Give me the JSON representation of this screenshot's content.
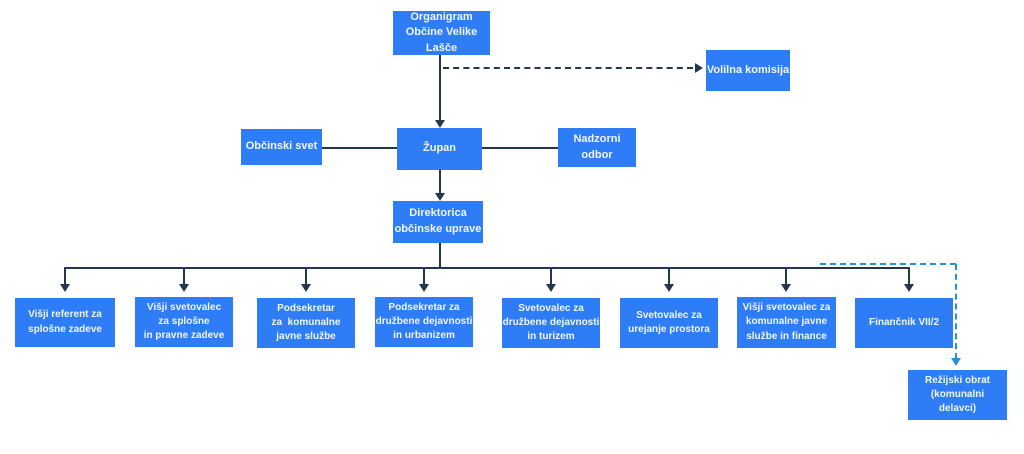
{
  "colors": {
    "node_fill": "#2e7df6",
    "node_text": "#f2f6ff",
    "connector": "#24384d",
    "dashed_accent": "#2490d9"
  },
  "nodes": {
    "organigram": {
      "label": "Organigram\nObčine Velike\nLašče"
    },
    "volilna_komisija": {
      "label": "Volilna komisija"
    },
    "obcinski_svet": {
      "label": "Občinski svet"
    },
    "zupan": {
      "label": "Župan"
    },
    "nadzorni_odbor": {
      "label": "Nadzorni\nodbor"
    },
    "direktorica": {
      "label": "Direktorica\nobčinske uprave"
    },
    "dept1": {
      "label": "Višji referent za\nsplošne zadeve"
    },
    "dept2": {
      "label": "Višji svetovalec\nza splošne\nin pravne zadeve"
    },
    "dept3": {
      "label": "Podsekretar\nza  komunalne\njavne službe"
    },
    "dept4": {
      "label": "Podsekretar za\ndružbene dejavnosti\nin urbanizem"
    },
    "dept5": {
      "label": "Svetovalec za\ndružbene dejavnosti\nin turizem"
    },
    "dept6": {
      "label": "Svetovalec za\nurejanje prostora"
    },
    "dept7": {
      "label": "Višji svetovalec za\nkomunalne javne\nslužbe in finance"
    },
    "dept8": {
      "label": "Finančnik VII/2"
    },
    "rezijski_obrat": {
      "label": "Režijski obrat\n(komunalni\ndelavci)"
    }
  }
}
